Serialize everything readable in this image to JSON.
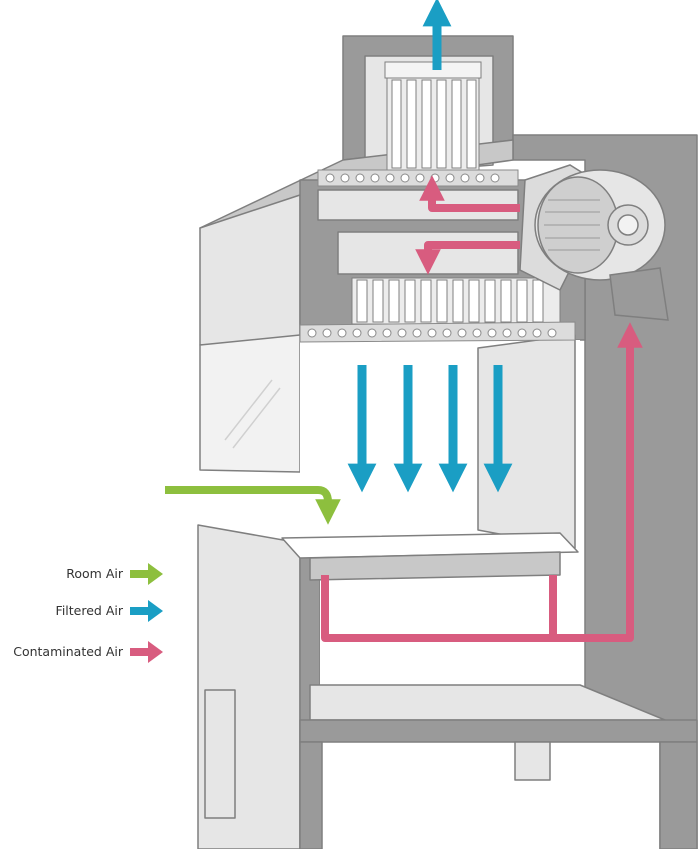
{
  "legend": {
    "items": [
      {
        "label": "Room Air",
        "color": "#8dbf3e",
        "icon": "arrow-right-icon"
      },
      {
        "label": "Filtered Air",
        "color": "#1a9ec4",
        "icon": "arrow-right-icon"
      },
      {
        "label": "Contaminated Air",
        "color": "#d85c7f",
        "icon": "arrow-right-icon"
      }
    ]
  },
  "colors": {
    "cabinet_wall": "#9a9a9a",
    "cabinet_face": "#e6e6e6",
    "cabinet_dark": "#c8c8c8",
    "outline": "#7f7f7f",
    "room_air": "#8dbf3e",
    "filtered_air": "#1a9ec4",
    "contaminated_air": "#d85c7f"
  }
}
